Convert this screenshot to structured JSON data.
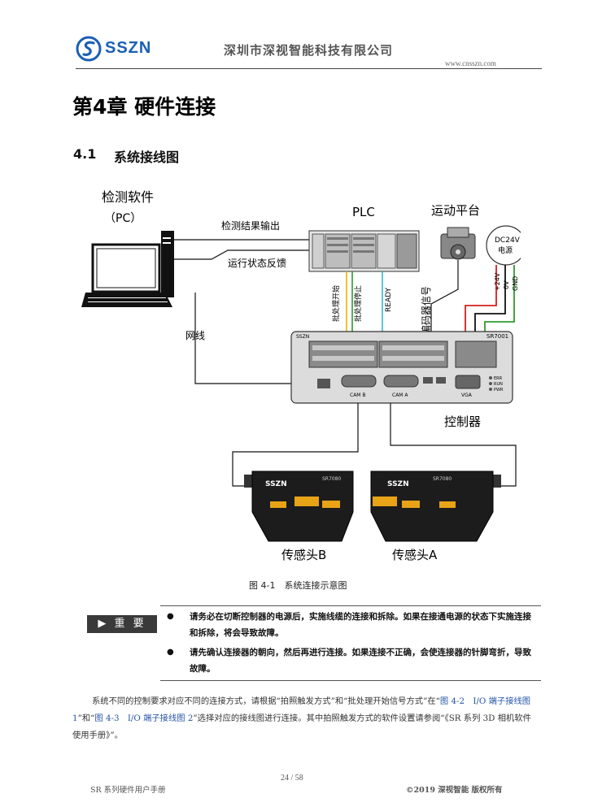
{
  "header": {
    "logo_text": "SSZN",
    "company": "深圳市深视智能科技有限公司",
    "website": "www.cnsszn.com"
  },
  "chapter_title": "第4章 硬件连接",
  "section": {
    "number": "4.1",
    "title": "系统接线图"
  },
  "diagram": {
    "pc_label_1": "检测软件",
    "pc_label_2": "（PC）",
    "plc_label": "PLC",
    "motion_label": "运动平台",
    "dc_label_1": "DC24V",
    "dc_label_2": "电源",
    "wire_result": "检测结果输出",
    "wire_status": "运行状态反馈",
    "wire_network": "网线",
    "sig_batch_start": "批处理开始",
    "sig_batch_stop": "批处理停止",
    "sig_ready": "READY",
    "sig_encoder": "编码器信号",
    "pwr_24v": "+24V",
    "pwr_0v": "0V",
    "pwr_gnd": "GND",
    "controller_model": "SR7001",
    "controller_brand": "SSZN",
    "controller_label": "控制器",
    "cam_b": "CAM B",
    "cam_a": "CAM A",
    "vga": "VGA",
    "led_1": "ERR",
    "led_2": "RUN",
    "led_3": "PWR",
    "sensor_brand": "SSZN",
    "sensor_model": "SR7080",
    "sensor_b_label": "传感头B",
    "sensor_a_label": "传感头A"
  },
  "caption": "图 4-1　系统连接示意图",
  "important": {
    "badge": "▶ 重 要",
    "items": [
      "请务必在切断控制器的电源后，实施线缆的连接和拆除。如果在接通电源的状态下实施连接和拆除，将会导致故障。",
      "请先确认连接器的朝向，然后再进行连接。如果连接不正确，会使连接器的针脚弯折，导致故障。"
    ]
  },
  "paragraph": {
    "part1": "系统不同的控制要求对应不同的连接方式，请根据“拍照触发方式”和“批处理开始信号方式”在“",
    "link1": "图 4-2　I/O 端子接线图 1",
    "part2": "”和“",
    "link2": "图 4-3　I/O 端子接线图 2",
    "part3": "”选择对应的接线图进行连接。其中拍照触发方式的软件设置请参阅“《SR 系列 3D 相机软件使用手册》”。"
  },
  "footer": {
    "page": "24 / 58",
    "manual": "SR 系列硬件用户手册",
    "copyright": "©2019  深视智能  版权所有"
  },
  "colors": {
    "brand_blue": "#1a5fb4",
    "wire_yellow": "#e8b400",
    "wire_green": "#2e9b2e",
    "wire_cyan": "#32b8d0",
    "wire_red": "#d42020",
    "sensor_orange": "#e8a317"
  }
}
